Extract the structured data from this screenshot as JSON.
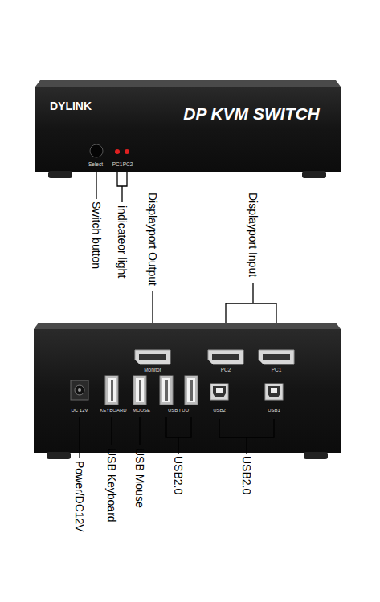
{
  "diagram": {
    "labels": [
      "DYLINK",
      "DP KVM SWITCH",
      "Select",
      "PC1",
      "PC2",
      "Switch button",
      "indicateor light",
      "Displayport Output",
      "Displayport Input",
      "Monitor",
      "PC2",
      "PC1",
      "DC 12V",
      "KEYBOARD",
      "MOUSE",
      "USB I UD",
      "USB2",
      "USB1",
      "Power/DC12V",
      "USB Keyboard",
      "USB Mouse",
      "USB2.0",
      "USB2.0"
    ]
  }
}
